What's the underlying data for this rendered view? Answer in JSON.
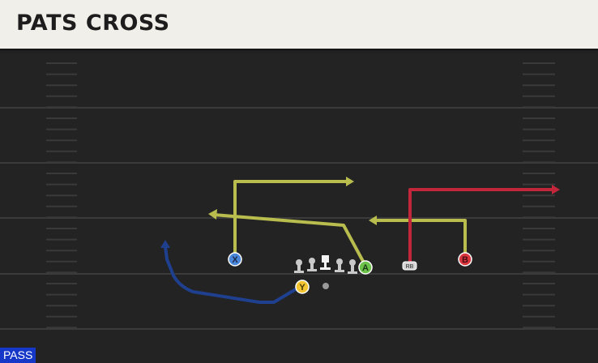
{
  "play": {
    "name": "PATS CROSS",
    "type_badge": "PASS"
  },
  "colors": {
    "field": "#232323",
    "yard_line": "#3a3a3a",
    "route_yellow": "#b8bd4e",
    "route_red": "#c1263b",
    "route_blue": "#1f3f8f",
    "player_x": "#4a86d9",
    "player_a": "#6cc24a",
    "player_b": "#d9363e",
    "player_y": "#f2c531"
  },
  "players": {
    "x": {
      "label": "X"
    },
    "a": {
      "label": "A"
    },
    "b": {
      "label": "B"
    },
    "y": {
      "label": "Y"
    },
    "rb": {
      "label": "RB"
    }
  }
}
